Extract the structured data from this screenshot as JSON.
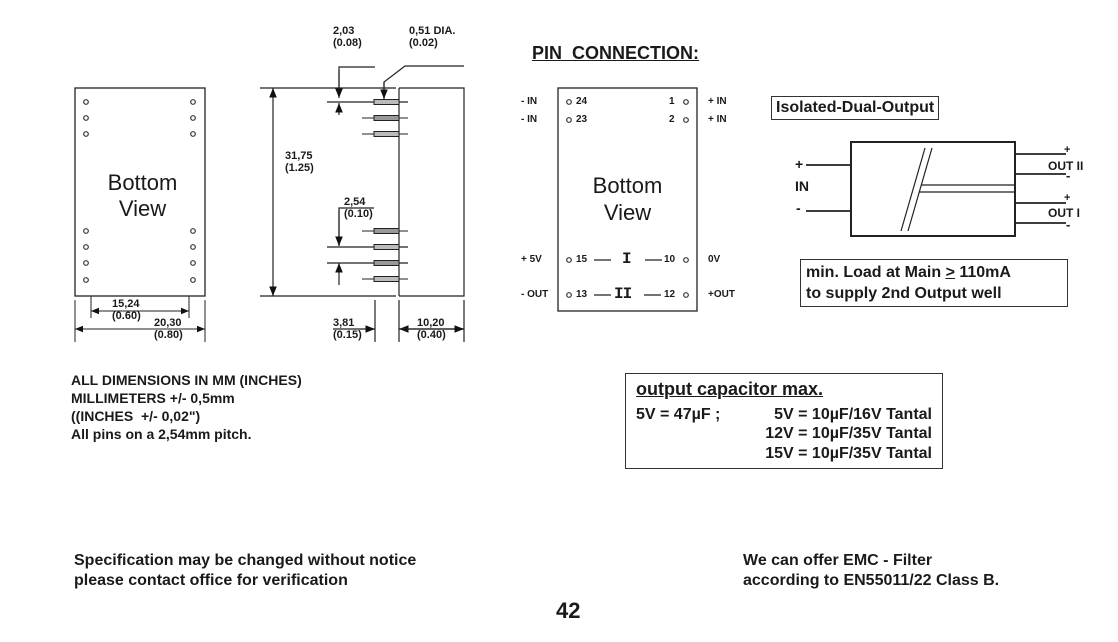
{
  "bottom_view": {
    "label_line1": "Bottom",
    "label_line2": "View",
    "dim_pin_span": "15,24",
    "dim_pin_span_in": "(0.60)",
    "dim_width": "20,30",
    "dim_width_in": "(0.80)"
  },
  "side_view": {
    "dim_pin_offset": "2,03",
    "dim_pin_offset_in": "(0.08)",
    "dim_pin_dia": "0,51 DIA.",
    "dim_pin_dia_in": "(0.02)",
    "dim_length": "31,75",
    "dim_length_in": "(1.25)",
    "dim_pitch": "2,54",
    "dim_pitch_in": "(0.10)",
    "dim_pin_len": "3,81",
    "dim_pin_len_in": "(0.15)",
    "dim_height": "10,20",
    "dim_height_in": "(0.40)"
  },
  "pin_connection": {
    "title": "PIN  CONNECTION:",
    "body_label_line1": "Bottom",
    "body_label_line2": "View",
    "rows": [
      {
        "left_func": "- IN",
        "left_pin": "24",
        "right_pin": "1",
        "right_func": "+ IN"
      },
      {
        "left_func": "- IN",
        "left_pin": "23",
        "right_pin": "2",
        "right_func": "+ IN"
      },
      {
        "left_func": "+ 5V",
        "left_pin": "15",
        "mid": "I",
        "right_pin": "10",
        "right_func": "0V"
      },
      {
        "left_func": "- OUT",
        "left_pin": "13",
        "mid": "II",
        "right_pin": "12",
        "right_func": "+OUT"
      }
    ]
  },
  "block_diagram": {
    "title": "Isolated-Dual-Output",
    "in_label": "IN",
    "in_plus": "+",
    "in_minus": "-",
    "out2_label": "OUT II",
    "out1_label": "OUT I",
    "plus": "+",
    "minus": "-"
  },
  "min_load_note": {
    "line1_a": "min. Load at Main ",
    "line1_ge": ">",
    "line1_b": " 110mA",
    "line2": "to supply 2nd Output well"
  },
  "dimensions_note": {
    "line1": "ALL DIMENSIONS IN MM (INCHES)",
    "line2": "MILLIMETERS +/- 0,5mm",
    "line3": "((INCHES  +/- 0,02\")",
    "line4": "All pins on a 2,54mm pitch."
  },
  "capacitor_box": {
    "title": "output capacitor max.",
    "line1_a": "5V = 47µF ;",
    "line1_b": "5V = 10µF/16V Tantal",
    "line2": "12V = 10µF/35V Tantal",
    "line3": "15V = 10µF/35V Tantal"
  },
  "footer": {
    "spec_line1": "Specification may be changed without notice",
    "spec_line2": "please contact office for verification",
    "emc_line1": "We can offer EMC - Filter",
    "emc_line2": "according to EN55011/22 Class B.",
    "page_number": "42"
  }
}
